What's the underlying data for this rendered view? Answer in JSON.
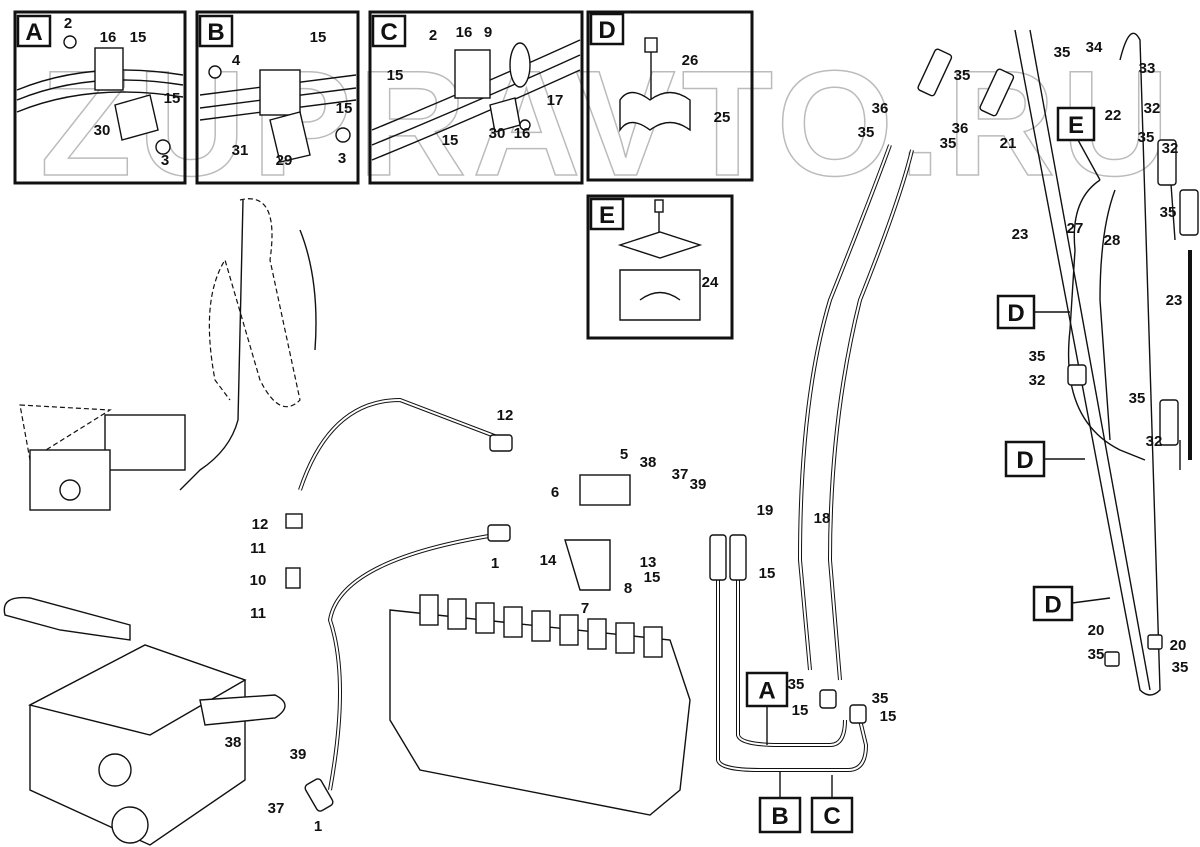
{
  "watermark": "ZUPRAVTO.RU",
  "insets": [
    {
      "letter": "A",
      "labels": [
        "2",
        "16",
        "15",
        "15",
        "30",
        "3"
      ]
    },
    {
      "letter": "B",
      "labels": [
        "15",
        "4",
        "15",
        "31",
        "29",
        "3"
      ]
    },
    {
      "letter": "C",
      "labels": [
        "2",
        "16",
        "9",
        "15",
        "17",
        "15",
        "30",
        "16"
      ]
    },
    {
      "letter": "D",
      "labels": [
        "26",
        "25"
      ]
    },
    {
      "letter": "E",
      "labels": [
        "24"
      ]
    }
  ],
  "callouts": [
    "12",
    "5",
    "38",
    "6",
    "37",
    "39",
    "12",
    "11",
    "1",
    "14",
    "13",
    "10",
    "15",
    "15",
    "8",
    "7",
    "11",
    "19",
    "18",
    "38",
    "39",
    "37",
    "1",
    "35",
    "35",
    "15",
    "15",
    "35",
    "35",
    "34",
    "33",
    "36",
    "36",
    "35",
    "35",
    "21",
    "22",
    "32",
    "35",
    "32",
    "35",
    "27",
    "28",
    "23",
    "23",
    "35",
    "32",
    "35",
    "32",
    "20",
    "20",
    "35",
    "35"
  ],
  "view_markers": [
    "A",
    "B",
    "C",
    "E",
    "D",
    "D",
    "D"
  ]
}
